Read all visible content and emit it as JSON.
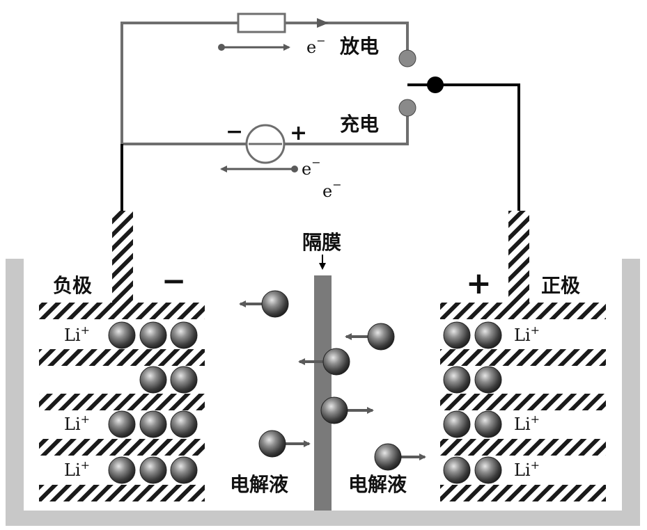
{
  "labels": {
    "discharge": "放电",
    "charge": "充电",
    "negative_electrode": "负极",
    "positive_electrode": "正极",
    "separator": "隔膜",
    "electrolyte_left": "电解液",
    "electrolyte_right": "电解液",
    "negative_sign": "−",
    "positive_sign": "+",
    "source_minus": "−",
    "source_plus": "+",
    "electron_base": "e",
    "electron_sup": "−",
    "lithium_ion_base": "Li",
    "lithium_ion_sup": "+"
  },
  "colors": {
    "wire_gray": "#6e6e6e",
    "wire_black": "#000000",
    "container": "#c8c8c8",
    "separator": "#7a7a7a",
    "contact": "#8a8a8a",
    "hatch": "#1a1a1a"
  },
  "icons": {
    "resistor": "resistor-icon",
    "dc_source": "dc-source-icon",
    "switch": "switch-icon",
    "ion": "lithium-ion-sphere-icon"
  }
}
